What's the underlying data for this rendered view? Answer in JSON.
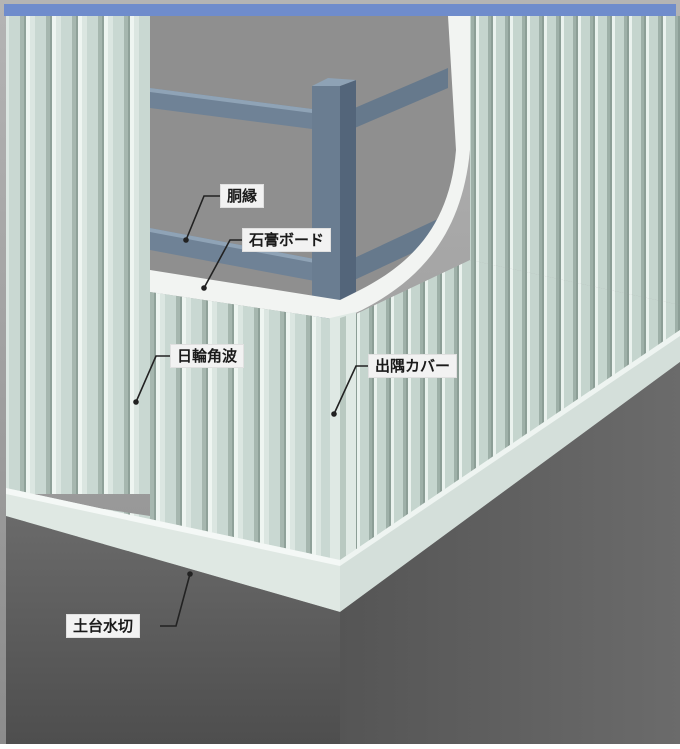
{
  "colors": {
    "header_bar": "#6f8ccc",
    "background": "#9a9a9a",
    "cladding": "#c9d8d2",
    "cladding_rib_light": "#e8f0ec",
    "cladding_rib_shadow": "#98aaa2",
    "gypsum_board": "#f2f4f2",
    "steel_frame": "#6f8296",
    "foundation_concrete": "#5b5b5b",
    "sill_flashing": "#dfe8e3",
    "leader_line": "#222222"
  },
  "labels": {
    "girt": "胴縁",
    "gypsum_board": "石膏ボード",
    "cladding_profile": "日輪角波",
    "corner_cover": "出隅カバー",
    "sill_flashing": "土台水切"
  }
}
